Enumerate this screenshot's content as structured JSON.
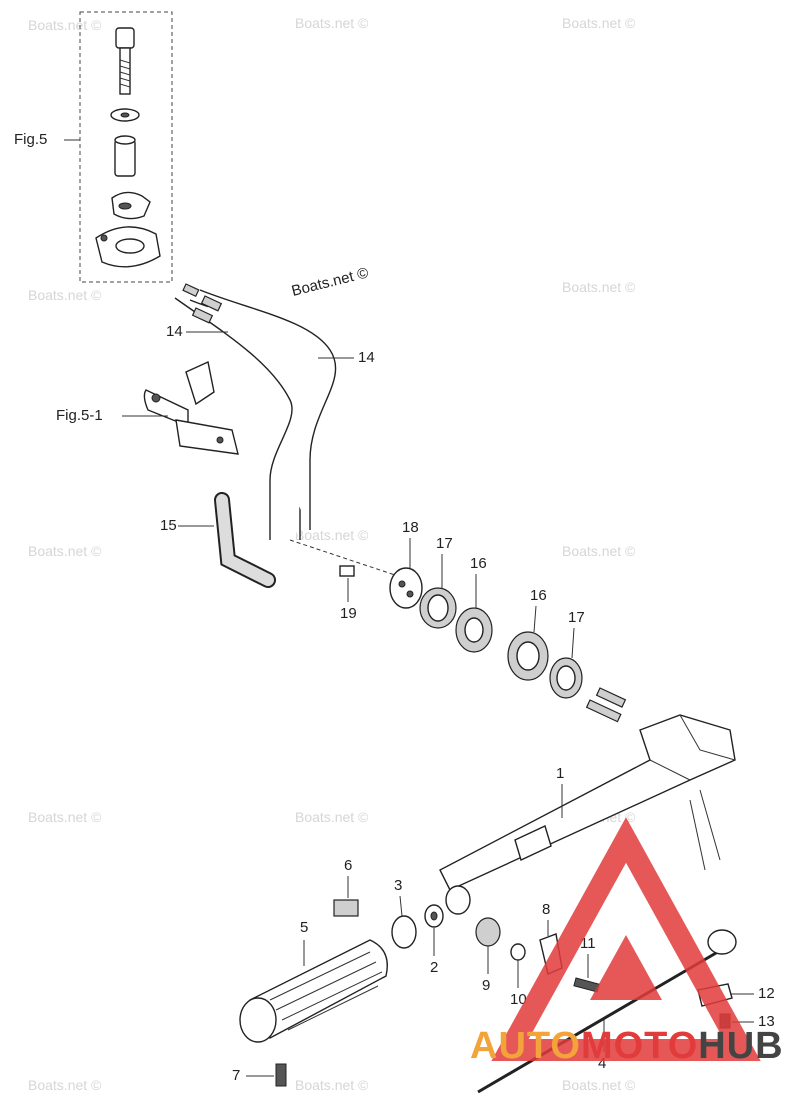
{
  "watermark": "Boats.net ©",
  "brand": {
    "part1": "AUTO",
    "part2": "MOTO",
    "part3": "HUB",
    "color_red": "#e23b3b",
    "color_orange": "#f2a33a",
    "color_dark": "#444444"
  },
  "figures": {
    "fig5": "Fig.5",
    "fig5_1": "Fig.5-1"
  },
  "callouts": {
    "c1": "1",
    "c2": "2",
    "c3": "3",
    "c4": "4",
    "c5": "5",
    "c6": "6",
    "c7": "7",
    "c8": "8",
    "c9": "9",
    "c10": "10",
    "c11": "11",
    "c12": "12",
    "c13": "13",
    "c14a": "14",
    "c14b": "14",
    "c15": "15",
    "c16a": "16",
    "c16b": "16",
    "c17a": "17",
    "c17b": "17",
    "c18": "18",
    "c19": "19"
  }
}
